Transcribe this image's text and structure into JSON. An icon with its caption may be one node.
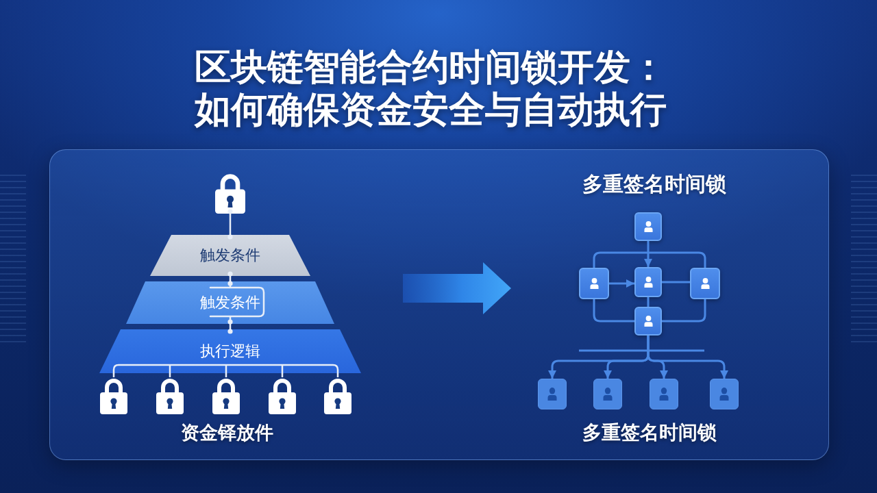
{
  "diagram": {
    "title": "区块链智能合约时间锁开发：如何确保资金安全与自动执行",
    "nodes": [
      {
        "text": [],
        "shape": "lock"
      },
      {
        "text": [
          "触发条件"
        ]
      },
      {
        "text": [
          "触发条件"
        ]
      },
      {
        "text": [
          "执行逻辑"
        ]
      },
      {
        "text": [],
        "shape": "lock"
      },
      {
        "text": [],
        "shape": "lock"
      },
      {
        "text": [],
        "shape": "lock"
      },
      {
        "text": [],
        "shape": "lock"
      },
      {
        "text": [],
        "shape": "lock"
      },
      {
        "text": [],
        "shape": "person"
      },
      {
        "text": [],
        "shape": "person"
      },
      {
        "text": [],
        "shape": "person"
      },
      {
        "text": [],
        "shape": "person"
      },
      {
        "text": [],
        "shape": "person"
      },
      {
        "text": [],
        "shape": "person"
      },
      {
        "text": [],
        "shape": "person"
      },
      {
        "text": [],
        "shape": "person"
      },
      {
        "text": [],
        "shape": "person"
      }
    ],
    "edges": [
      {
        "from": 0,
        "to": 1,
        "arrow": "other",
        "color": "#e8eef8"
      },
      {
        "from": 1,
        "to": 2,
        "arrow": "other",
        "color": "#e8eef8"
      },
      {
        "from": 2,
        "to": 3,
        "arrow": "other",
        "color": "#e8eef8"
      },
      {
        "from": 3,
        "to": 4,
        "arrow": "none",
        "color": "#e8eef8"
      },
      {
        "from": 3,
        "to": 5,
        "arrow": "none",
        "color": "#e8eef8"
      },
      {
        "from": 3,
        "to": 6,
        "arrow": "none",
        "color": "#e8eef8"
      },
      {
        "from": 3,
        "to": 7,
        "arrow": "none",
        "color": "#e8eef8"
      },
      {
        "from": 3,
        "to": 8,
        "arrow": "none",
        "color": "#e8eef8"
      },
      {
        "from": 9,
        "to": 11,
        "arrow": "to"
      },
      {
        "from": 10,
        "to": 11,
        "arrow": "to"
      },
      {
        "from": 11,
        "to": 12,
        "arrow": "none"
      },
      {
        "from": 11,
        "to": 13,
        "arrow": "none"
      },
      {
        "from": 10,
        "to": 12,
        "arrow": "none"
      },
      {
        "from": 10,
        "to": 13,
        "arrow": "none"
      },
      {
        "from": 13,
        "to": 12,
        "arrow": "none"
      },
      {
        "from": 13,
        "to": 14,
        "arrow": "to"
      },
      {
        "from": 13,
        "to": 15,
        "arrow": "to"
      },
      {
        "from": 13,
        "to": 16,
        "arrow": "to"
      },
      {
        "from": 13,
        "to": 17,
        "arrow": "to"
      }
    ],
    "labels": [
      "多重签名时间锁",
      "资金铎放件",
      "多重签名时间锁"
    ]
  }
}
